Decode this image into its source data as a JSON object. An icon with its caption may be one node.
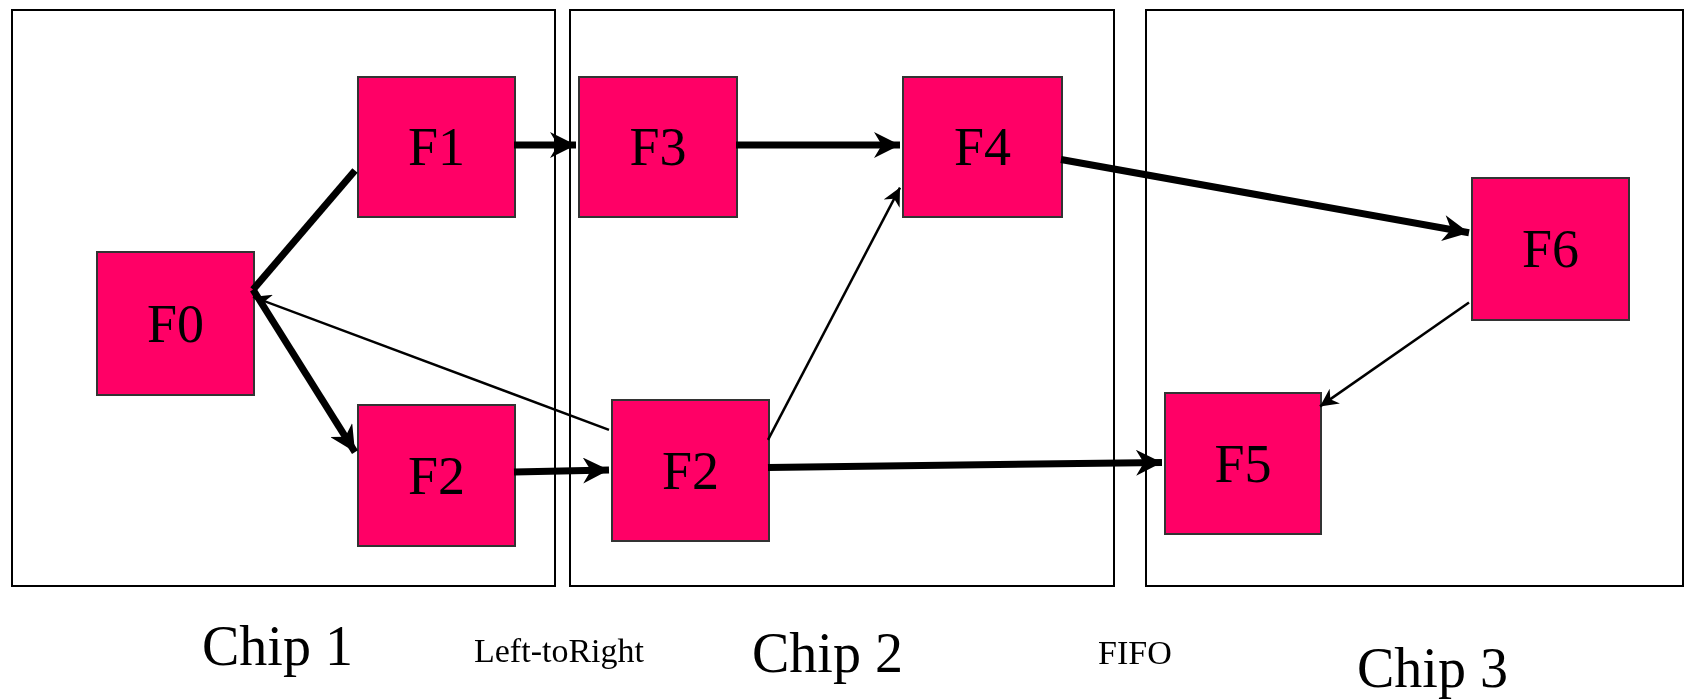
{
  "diagram": {
    "nodes": [
      {
        "text": [
          "Chip 1"
        ]
      },
      {
        "text": [
          "Chip 2"
        ]
      },
      {
        "text": [
          "Chip 3"
        ]
      },
      {
        "text": [
          "F0"
        ],
        "in": 0
      },
      {
        "text": [
          "F1"
        ],
        "in": 0
      },
      {
        "text": [
          "F2"
        ],
        "in": 0
      },
      {
        "text": [
          "F3"
        ],
        "in": 1
      },
      {
        "text": [
          "F4"
        ],
        "in": 1
      },
      {
        "text": [
          "F2"
        ],
        "in": 1
      },
      {
        "text": [
          "F5"
        ],
        "in": 2
      },
      {
        "text": [
          "F6"
        ],
        "in": 2
      }
    ],
    "edges": [
      {
        "from": 3,
        "to": 4,
        "arrow": "none"
      },
      {
        "from": 3,
        "to": 5,
        "arrow": "to"
      },
      {
        "from": 4,
        "to": 6,
        "arrow": "to"
      },
      {
        "from": 6,
        "to": 7,
        "arrow": "to"
      },
      {
        "from": 5,
        "to": 8,
        "arrow": "to"
      },
      {
        "from": 8,
        "to": 3,
        "arrow": "to"
      },
      {
        "from": 8,
        "to": 7,
        "arrow": "to"
      },
      {
        "from": 7,
        "to": 10,
        "arrow": "to"
      },
      {
        "from": 8,
        "to": 9,
        "arrow": "to"
      },
      {
        "from": 10,
        "to": 9,
        "arrow": "to"
      }
    ],
    "labels": [
      "Left-toRight",
      "FIFO"
    ]
  }
}
